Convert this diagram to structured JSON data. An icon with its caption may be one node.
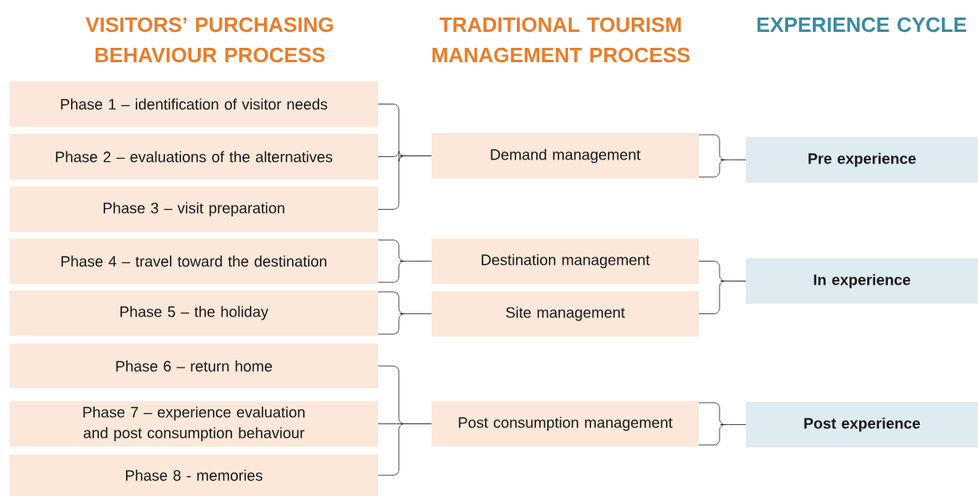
{
  "diagram": {
    "nodes": [
      {
        "text": [
          "Phase 1 – identification of visitor needs"
        ]
      },
      {
        "text": [
          "Phase 2 – evaluations of the alternatives"
        ]
      },
      {
        "text": [
          "Phase 3 – visit preparation"
        ]
      },
      {
        "text": [
          "Phase 4 – travel toward the destination"
        ]
      },
      {
        "text": [
          "Phase 5 – the holiday"
        ]
      },
      {
        "text": [
          "Phase 6 – return home"
        ]
      },
      {
        "text": [
          "Phase 7 – experience evaluation and post consumption behaviour"
        ]
      },
      {
        "text": [
          "Phase 8 - memories"
        ]
      },
      {
        "text": [
          "Demand management"
        ]
      },
      {
        "text": [
          "Destination management"
        ]
      },
      {
        "text": [
          "Site management"
        ]
      },
      {
        "text": [
          "Post consumption management"
        ]
      },
      {
        "text": [
          "Pre experience"
        ]
      },
      {
        "text": [
          "In experience"
        ]
      },
      {
        "text": [
          "Post experience"
        ]
      }
    ],
    "edges": [
      {
        "from": 0,
        "to": 8,
        "arrow": "none"
      },
      {
        "from": 1,
        "to": 8,
        "arrow": "none"
      },
      {
        "from": 2,
        "to": 8,
        "arrow": "none"
      },
      {
        "from": 3,
        "to": 9,
        "arrow": "none"
      },
      {
        "from": 4,
        "to": 10,
        "arrow": "none"
      },
      {
        "from": 5,
        "to": 11,
        "arrow": "none"
      },
      {
        "from": 6,
        "to": 11,
        "arrow": "none"
      },
      {
        "from": 7,
        "to": 11,
        "arrow": "none"
      },
      {
        "from": 8,
        "to": 12,
        "arrow": "none"
      },
      {
        "from": 9,
        "to": 13,
        "arrow": "none"
      },
      {
        "from": 10,
        "to": 13,
        "arrow": "none"
      },
      {
        "from": 11,
        "to": 14,
        "arrow": "none"
      }
    ],
    "labels": [
      "VISITORS’ PURCHASING BEHAVIOUR PROCESS",
      "TRADITIONAL TOURISM MANAGEMENT PROCESS",
      "EXPERIENCE CYCLE"
    ]
  }
}
